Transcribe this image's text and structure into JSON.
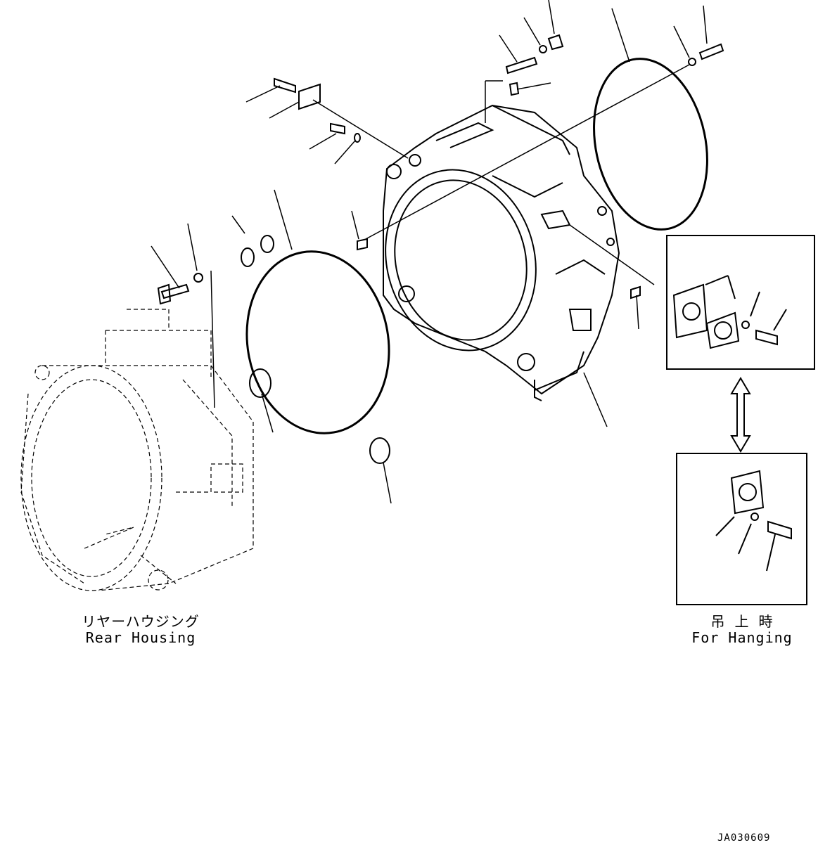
{
  "labels": {
    "rear_housing_jp": "リヤーハウジング",
    "rear_housing_en": "Rear Housing",
    "hanging_jp": "吊 上 時",
    "hanging_en": "For Hanging"
  },
  "drawing_code": "JA030609",
  "colors": {
    "line": "#000000",
    "dashed": "#000000",
    "background": "#ffffff"
  }
}
